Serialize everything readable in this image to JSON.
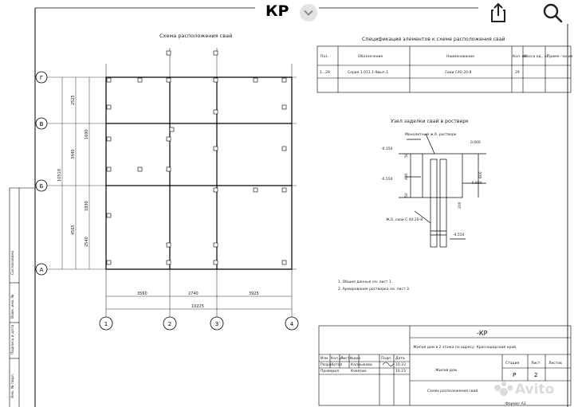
{
  "app_title": "КР",
  "plan": {
    "title": "Схема расположения свай",
    "axes_rows": [
      "Г",
      "В",
      "Б",
      "А"
    ],
    "axes_cols": [
      "1",
      "2",
      "3",
      "4"
    ],
    "left_dims": [
      "2525",
      "1690",
      "3440",
      "1830",
      "10510",
      "4565",
      "2540"
    ],
    "bottom_dims": [
      "3560",
      "2740",
      "3925",
      "10225"
    ]
  },
  "spec": {
    "title": "Спецификация элементов к схеме расположения свай",
    "headers": [
      "Поз.",
      "Обозначение",
      "Наименование",
      "Кол -во",
      "Масса ед., кг",
      "Приме- чание"
    ],
    "row": [
      "1...29",
      "Серия 1.011.1-9вып.1",
      "Сваи С40.20-8",
      "29",
      "",
      ""
    ]
  },
  "node": {
    "title": "Узел заделки свай в ростверк",
    "labels": [
      "Монолитный ж.б. ростверк",
      "-0.150",
      "0.000",
      "-0.550",
      "-0.600",
      "Ж.б. сваи С 40.20-8",
      "-4.550"
    ],
    "dims": [
      "50",
      "400",
      "50",
      "200",
      "600"
    ]
  },
  "notes": [
    "1. Общие данные см. лист 1.",
    "2. Армирование ростверка см. лист 3."
  ],
  "side_labels": [
    "Согласовано",
    "Взам. инв. №",
    "Подпись и дата",
    "Инв. № подл."
  ],
  "stamp": {
    "code": "-КР",
    "project": "Жилой дом в 2 этажа по адресу: Краснодарский край,",
    "headers": [
      "Изм.",
      "Кол.уч",
      "Лист",
      "№док.",
      "Подп.",
      "Дата"
    ],
    "rows": [
      {
        "role": "Разработал",
        "name": "Калмыкова",
        "date": "10.23"
      },
      {
        "role": "Проверил",
        "name": "Ковязин",
        "date": "10.23"
      }
    ],
    "building": "Жилой дом",
    "sheet_headers": [
      "Стадия",
      "Лист",
      "Листов"
    ],
    "stage": "Р",
    "sheet": "2",
    "sheet_title": "Схема расположения свай",
    "format": "Формат А3"
  },
  "watermark": "Avito"
}
